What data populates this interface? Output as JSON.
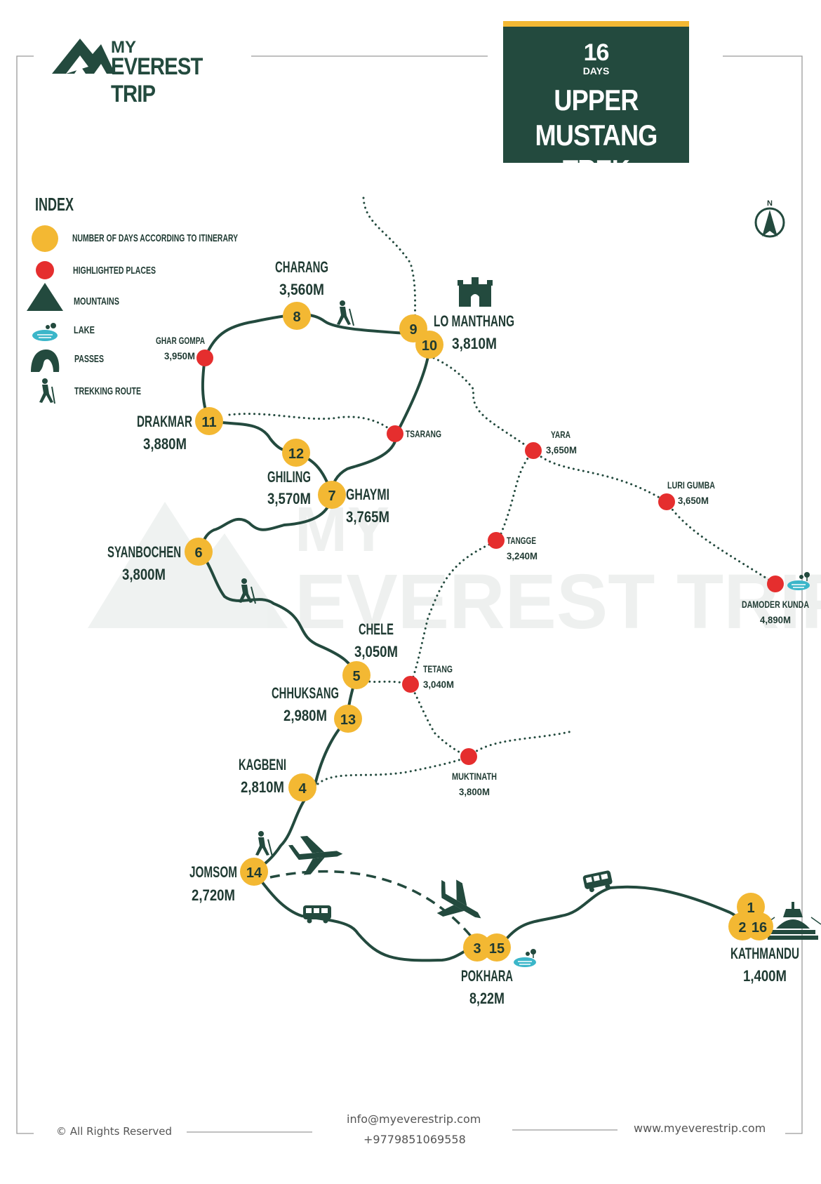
{
  "brand": {
    "line1": "MY",
    "line2": "EVEREST TRIP",
    "color": "#234a3e"
  },
  "title": {
    "days_number": "16",
    "days_label": "DAYS",
    "line1": "UPPER MUSTANG",
    "line2": "TREK",
    "accent": "#f3b833",
    "bg": "#234a3e"
  },
  "watermark": {
    "line1": "MY",
    "line2": "EVEREST TRIP"
  },
  "index": {
    "heading": "INDEX",
    "items": [
      {
        "icon": "yellow-circle-icon",
        "label": "NUMBER OF DAYS ACCORDING TO ITINERARY"
      },
      {
        "icon": "red-dot-icon",
        "label": "HIGHLIGHTED PLACES"
      },
      {
        "icon": "mountain-icon",
        "label": "MOUNTAINS"
      },
      {
        "icon": "lake-icon",
        "label": "LAKE"
      },
      {
        "icon": "pass-icon",
        "label": "PASSES"
      },
      {
        "icon": "trekker-icon",
        "label": "TREKKING ROUTE"
      }
    ]
  },
  "compass": {
    "label": "N"
  },
  "stops": [
    {
      "name": "CHARANG",
      "alt": "3,560M",
      "days": [
        "8"
      ]
    },
    {
      "name": "LO MANTHANG",
      "alt": "3,810M",
      "days": [
        "9",
        "10"
      ]
    },
    {
      "name": "GHAR GOMPA",
      "alt": "3,950M"
    },
    {
      "name": "DRAKMAR",
      "alt": "3,880M",
      "days": [
        "11"
      ]
    },
    {
      "name": "TSARANG",
      "alt": ""
    },
    {
      "name": "GHILING",
      "alt": "3,570M",
      "days": [
        "12"
      ]
    },
    {
      "name": "GHAYMI",
      "alt": "3,765M",
      "days": [
        "7"
      ]
    },
    {
      "name": "YARA",
      "alt": "3,650M"
    },
    {
      "name": "LURI GUMBA",
      "alt": "3,650M"
    },
    {
      "name": "SYANBOCHEN",
      "alt": "3,800M",
      "days": [
        "6"
      ]
    },
    {
      "name": "TANGGE",
      "alt": "3,240M"
    },
    {
      "name": "DAMODER KUNDA",
      "alt": "4,890M"
    },
    {
      "name": "CHELE",
      "alt": "3,050M",
      "days": [
        "5"
      ]
    },
    {
      "name": "TETANG",
      "alt": "3,040M"
    },
    {
      "name": "CHHUKSANG",
      "alt": "2,980M",
      "days": [
        "13"
      ]
    },
    {
      "name": "KAGBENI",
      "alt": "2,810M",
      "days": [
        "4"
      ]
    },
    {
      "name": "MUKTINATH",
      "alt": "3,800M"
    },
    {
      "name": "JOMSOM",
      "alt": "2,720M",
      "days": [
        "14"
      ]
    },
    {
      "name": "POKHARA",
      "alt": "8,22M",
      "days": [
        "3",
        "15"
      ]
    },
    {
      "name": "KATHMANDU",
      "alt": "1,400M",
      "days": [
        "1",
        "2",
        "16"
      ]
    }
  ],
  "colors": {
    "route": "#234a3e",
    "day": "#f3b833",
    "highlight": "#e52e2e",
    "lake": "#3bb6c9"
  },
  "footer": {
    "rights": "© All Rights Reserved",
    "email": "info@myeverestrip.com",
    "phone": "+9779851069558",
    "website": "www.myeverestrip.com"
  }
}
